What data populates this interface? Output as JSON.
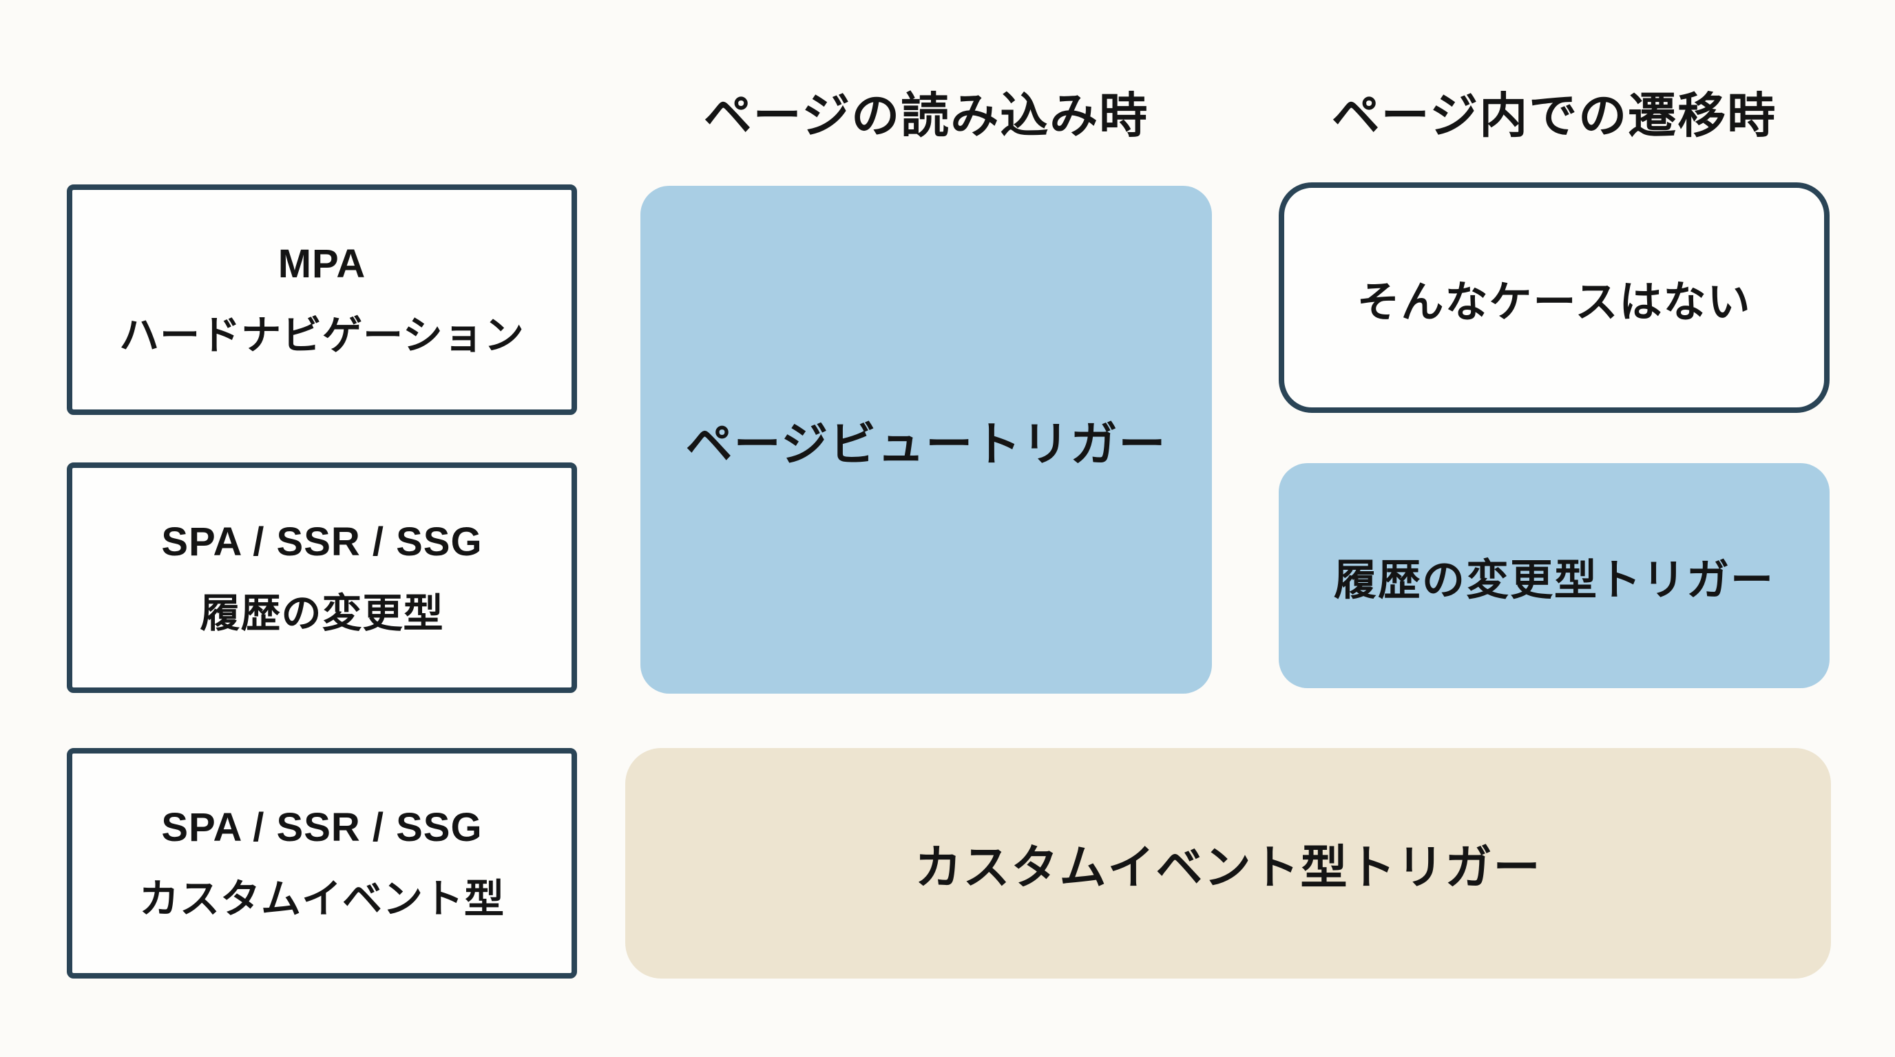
{
  "diagram": {
    "column_headers": {
      "page_load": "ページの読み込み時",
      "in_page_transition": "ページ内での遷移時"
    },
    "row_labels": {
      "mpa": {
        "line1": "MPA",
        "line2": "ハードナビゲーション"
      },
      "spa_history": {
        "line1": "SPA / SSR / SSG",
        "line2": "履歴の変更型"
      },
      "spa_custom": {
        "line1": "SPA / SSR / SSG",
        "line2": "カスタムイベント型"
      }
    },
    "cells": {
      "page_view_trigger": "ページビュートリガー",
      "no_such_case": "そんなケースはない",
      "history_change_trigger": "履歴の変更型トリガー",
      "custom_event_trigger": "カスタムイベント型トリガー"
    },
    "colors": {
      "blue": "#a9cee4",
      "beige": "#ede4d0",
      "border": "#2a4456",
      "text": "#141414",
      "background": "#fcfbf8"
    }
  }
}
